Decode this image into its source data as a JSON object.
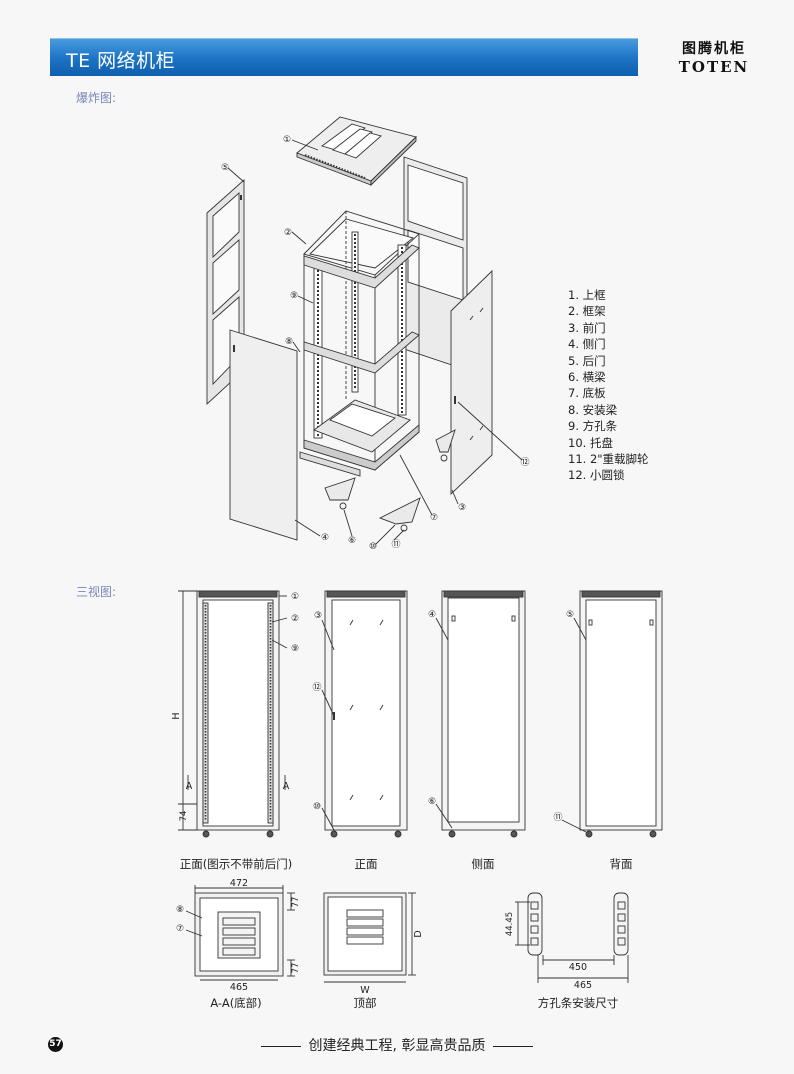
{
  "header": {
    "title": "TE 网络机柜",
    "logo_cn": "图腾机柜",
    "logo_en": "TOTEN"
  },
  "sections": {
    "exploded": "爆炸图:",
    "three_view": "三视图:"
  },
  "parts": [
    "1. 上框",
    "2. 框架",
    "3. 前门",
    "4. 侧门",
    "5. 后门",
    "6. 横梁",
    "7. 底板",
    "8. 安装梁",
    "9. 方孔条",
    "10. 托盘",
    "11. 2\"重载脚轮",
    "12. 小圆锁"
  ],
  "callouts": [
    "①",
    "②",
    "③",
    "④",
    "⑤",
    "⑥",
    "⑦",
    "⑧",
    "⑨",
    "⑩",
    "⑪",
    "⑫"
  ],
  "views": {
    "front_no_doors": "正面(图示不带前后门)",
    "front": "正面",
    "side": "侧面",
    "back": "背面",
    "section_aa": "A-A(底部)",
    "top": "顶部",
    "strip_install": "方孔条安装尺寸"
  },
  "dimensions": {
    "height": "H",
    "depth": "D",
    "width": "W",
    "section_mark": "A",
    "base_74": "74",
    "w472": "472",
    "w465": "465",
    "d77": "77",
    "pitch": "44.45",
    "s450": "450",
    "s465": "465"
  },
  "footer": {
    "slogan": "创建经典工程, 彰显高贵品质",
    "page_number": "57"
  }
}
